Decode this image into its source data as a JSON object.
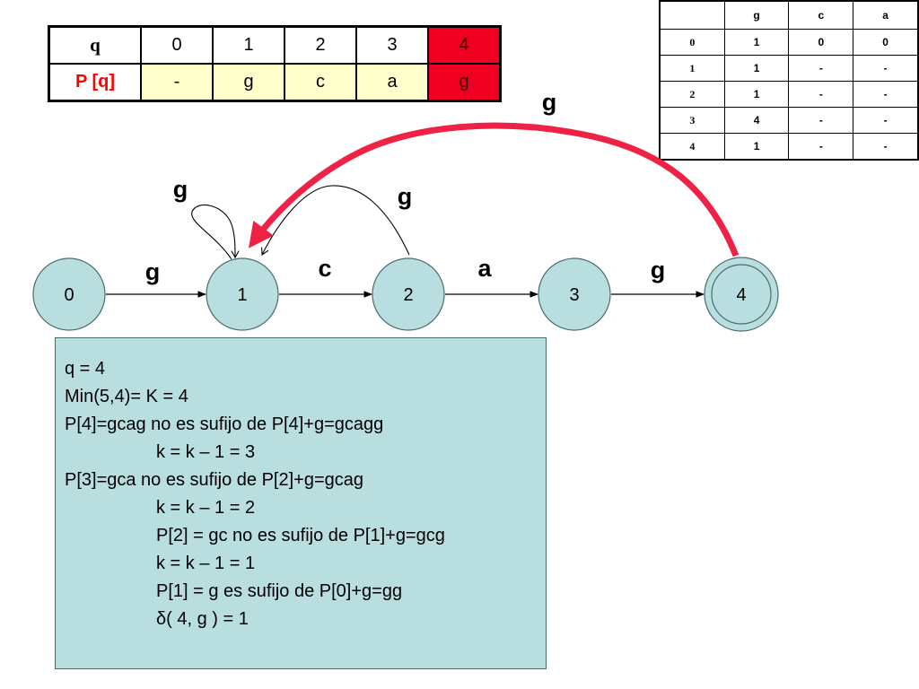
{
  "prefix_table": {
    "q_label": "q",
    "p_label": "P [q]",
    "q_values": [
      "0",
      "1",
      "2",
      "3",
      "4"
    ],
    "p_values": [
      "-",
      "g",
      "c",
      "a",
      "g"
    ],
    "highlight_color": "#f00020",
    "p_fill_color": "#ffffcc"
  },
  "transition_table": {
    "headers": [
      "",
      "g",
      "c",
      "a"
    ],
    "rows": [
      {
        "state": "0",
        "g": "1",
        "c": "0",
        "a": "0"
      },
      {
        "state": "1",
        "g": "1",
        "c": "-",
        "a": "-"
      },
      {
        "state": "2",
        "g": "1",
        "c": "-",
        "a": "-"
      },
      {
        "state": "3",
        "g": "4",
        "c": "-",
        "a": "-"
      },
      {
        "state": "4",
        "g": "1",
        "c": "-",
        "a": "-"
      }
    ]
  },
  "automaton": {
    "states": [
      "0",
      "1",
      "2",
      "3",
      "4"
    ],
    "accepting_state": "4",
    "state_fill": "#b9dee0",
    "edges": [
      {
        "from": "0",
        "to": "1",
        "label": "g"
      },
      {
        "from": "1",
        "to": "2",
        "label": "c"
      },
      {
        "from": "2",
        "to": "3",
        "label": "a"
      },
      {
        "from": "3",
        "to": "4",
        "label": "g"
      },
      {
        "from": "1",
        "to": "1",
        "label": "g"
      },
      {
        "from": "2",
        "to": "1",
        "label": "g"
      },
      {
        "from": "4",
        "to": "1",
        "label": "g",
        "highlighted": true
      }
    ],
    "highlight_color": "#ee2244"
  },
  "explanation": {
    "lines": [
      "q = 4",
      "Min(5,4)= K = 4",
      "P[4]=gcag no es sufijo de P[4]+g=gcagg",
      "k = k – 1 = 3",
      "P[3]=gca no es sufijo de P[2]+g=gcag",
      "k = k – 1 = 2",
      "P[2] = gc no es sufijo de P[1]+g=gcg",
      "k = k – 1 = 1",
      "P[1] = g es sufijo de P[0]+g=gg",
      "δ( 4, g ) = 1"
    ],
    "background": "#b9dee0"
  }
}
